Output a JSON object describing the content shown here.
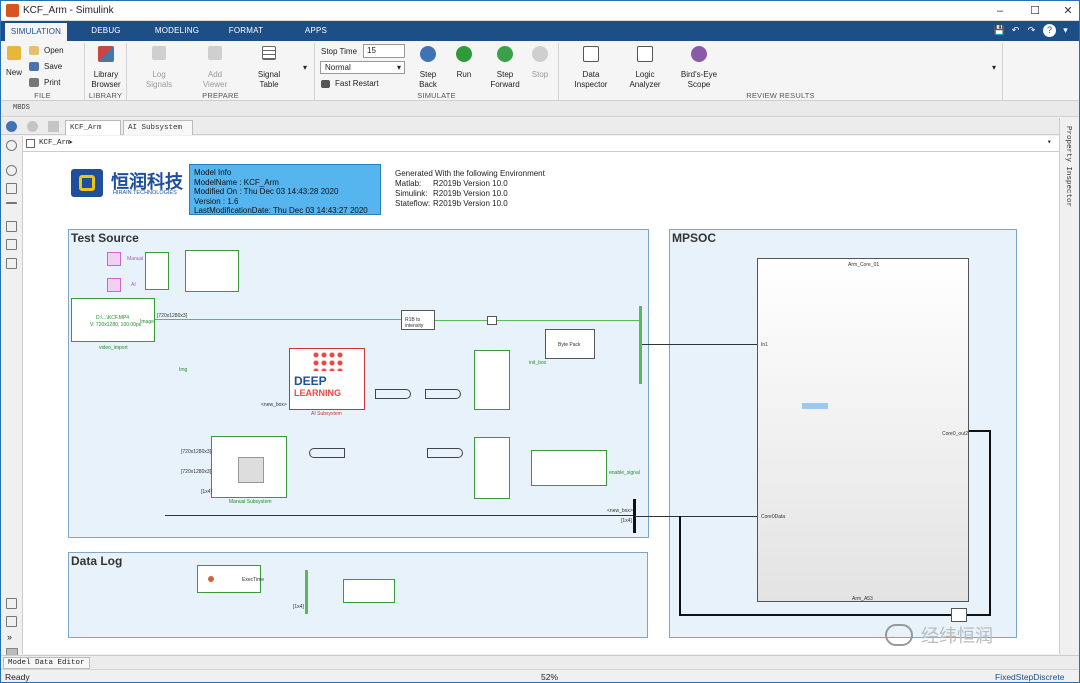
{
  "window": {
    "title": "KCF_Arm - Simulink",
    "controls": [
      "–",
      "☐",
      "✕"
    ]
  },
  "tabs": [
    "SIMULATION",
    "DEBUG",
    "MODELING",
    "FORMAT",
    "APPS"
  ],
  "quick_access": [
    "💾",
    "↶",
    "↷",
    "?",
    "▾"
  ],
  "ribbon": {
    "file": {
      "label": "FILE",
      "new": "New",
      "open": "Open",
      "save": "Save",
      "print": "Print"
    },
    "library": {
      "label": "LIBRARY",
      "browser_1": "Library",
      "browser_2": "Browser"
    },
    "prepare": {
      "label": "PREPARE",
      "log_1": "Log",
      "log_2": "Signals",
      "add_1": "Add",
      "add_2": "Viewer",
      "sig_1": "Signal",
      "sig_2": "Table"
    },
    "simulate": {
      "label": "SIMULATE",
      "stop_time_label": "Stop Time",
      "stop_time_value": "15",
      "mode": "Normal",
      "fast_restart": "Fast Restart",
      "step_back_1": "Step",
      "step_back_2": "Back",
      "run": "Run",
      "step_fwd_1": "Step",
      "step_fwd_2": "Forward",
      "stop": "Stop"
    },
    "review": {
      "label": "REVIEW RESULTS",
      "data_1": "Data",
      "data_2": "Inspector",
      "logic_1": "Logic",
      "logic_2": "Analyzer",
      "bird_1": "Bird's-Eye",
      "bird_2": "Scope"
    }
  },
  "toolstrip": {
    "label": "MBDS"
  },
  "editor_tabs": [
    "KCF_Arm",
    "AI Subsystem"
  ],
  "breadcrumb": "KCF_Arm",
  "property_inspector": "Property Inspector",
  "model": {
    "logo_cn": "恒润科技",
    "logo_en": "HIRAIN TECHNOLOGIES",
    "info": [
      "Model Info",
      "ModelName :    KCF_Arm",
      "Modified On :   Thu Dec 03 14:43:28 2020",
      "Version :  1.6",
      "LastModificationDate:  Thu Dec 03 14:43:27 2020"
    ],
    "env": {
      "heading": "Generated With the following Environment",
      "rows": [
        [
          "Matlab:",
          "R2019b Version 10.0"
        ],
        [
          "Simulink:",
          "R2019b Version 10.0"
        ],
        [
          "Stateflow:",
          "R2019b Version 10.0"
        ]
      ]
    },
    "areas": {
      "test_source": "Test Source",
      "mpsoc": "MPSOC",
      "data_log": "Data Log"
    },
    "labels": {
      "manual": "Manual",
      "ai": "AI",
      "video_import": "video_import",
      "video_file": "D:\\...\\KCF.MP4",
      "video_size": "V: 720x1280, 100.00ps",
      "image": "Image",
      "dim1": "[720x1280x3]",
      "r2i": "R1B to intensity",
      "bytepack": "Byte Pack",
      "img": "Img",
      "init_box": "init_box",
      "new_box": "<new_box>",
      "dim4": "[1x4]",
      "deep": "DEEP",
      "learning": "LEARNING",
      "ai_subsystem": "AI Subsystem",
      "manual_subsystem": "Manual Subsystem",
      "enable_signal": "enable_signal",
      "arm_core": "Arm_Core_01",
      "arm_a53": "Arm_A53",
      "in1": "In1",
      "core0_out2": "Core0_out2",
      "core0_data": "Core0Data",
      "exectime": "ExecTime",
      "watermark": "经纬恒润"
    }
  },
  "model_data_editor": "Model Data Editor",
  "status": {
    "left": "Ready",
    "zoom": "52%",
    "solver": "FixedStepDiscrete"
  }
}
